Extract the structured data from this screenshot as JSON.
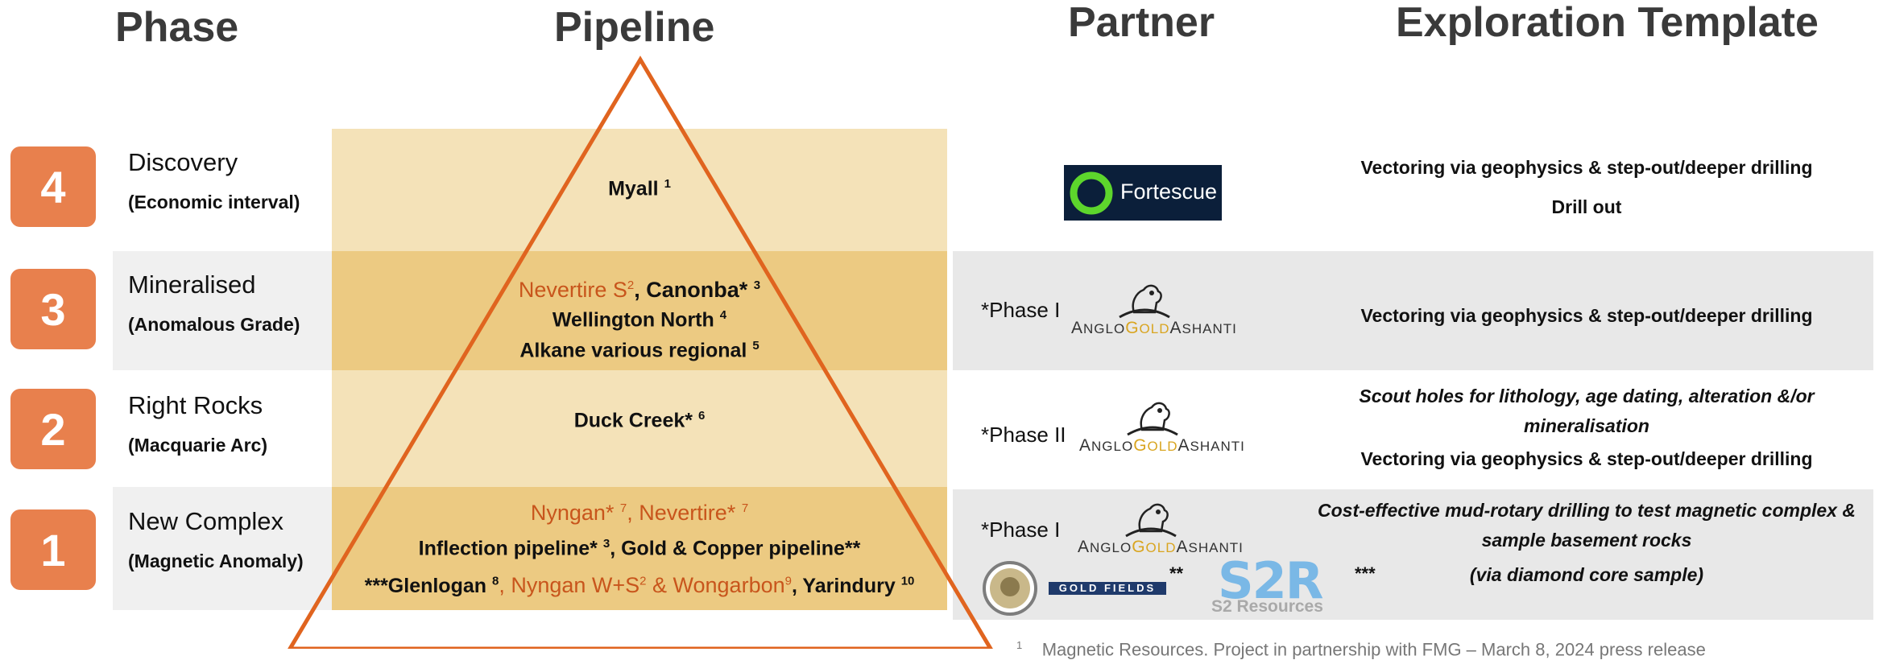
{
  "headers": {
    "phase": "Phase",
    "pipeline": "Pipeline",
    "partner": "Partner",
    "template": "Exploration Template"
  },
  "phases": [
    {
      "number": "4",
      "name": "Discovery",
      "sub": "(Economic interval)"
    },
    {
      "number": "3",
      "name": "Mineralised",
      "sub": "(Anomalous Grade)"
    },
    {
      "number": "2",
      "name": "Right Rocks",
      "sub": "(Macquarie Arc)"
    },
    {
      "number": "1",
      "name": "New Complex",
      "sub": "(Magnetic Anomaly)"
    }
  ],
  "pipeline": {
    "p4": {
      "myall": "Myall",
      "myall_sup": "1"
    },
    "p3": {
      "nevertire_s": "Nevertire S",
      "nevertire_s_sup": "2",
      "canonba": ", Canonba*",
      "canonba_sup": "3",
      "wellington": "Wellington North",
      "wellington_sup": "4",
      "alkane": "Alkane various regional",
      "alkane_sup": "5"
    },
    "p2": {
      "duck": "Duck Creek*",
      "duck_sup": "6"
    },
    "p1": {
      "nyngan": "Nyngan*",
      "nyngan_sup": "7",
      "nevertire": ", Nevertire*",
      "nevertire_sup": "7",
      "inflection": "Inflection pipeline*",
      "inflection_sup": "3",
      "goldcopper": ", Gold & Copper pipeline**",
      "glenlogan": "***Glenlogan",
      "glenlogan_sup": "8",
      "nyngan_ws": ", Nyngan W+S",
      "nyngan_ws_sup": "2",
      "wongarbon": " & Wongarbon",
      "wongarbon_sup": "9",
      "yarindury": ", Yarindury",
      "yarindury_sup": "10"
    }
  },
  "partners": {
    "fortescue": "Fortescue",
    "row3_label": "*Phase I",
    "row2_label": "*Phase II",
    "row1_label": "*Phase I",
    "ago": {
      "a": "A",
      "nglo": "NGLO",
      "g": "G",
      "old": "OLD",
      "a2": "A",
      "shanti": "SHANTI"
    },
    "goldfields": "GOLD FIELDS",
    "goldfields_stars": "**",
    "s2r": "S2R",
    "s2r_sub": "S2 Resources",
    "s2r_stars": "***"
  },
  "template": {
    "t4_line1": "Vectoring via geophysics & step-out/deeper drilling",
    "t4_line2": "Drill out",
    "t3_line1": "Vectoring via geophysics & step-out/deeper drilling",
    "t2_line1": "Scout holes for lithology, age dating, alteration &/or mineralisation",
    "t2_line2": "Vectoring via geophysics & step-out/deeper drilling",
    "t1_line1": "Cost-effective mud-rotary drilling to test magnetic complex & sample basement rocks",
    "t1_line2": "(via diamond core sample)"
  },
  "footnote": "Magnetic Resources. Project in partnership with FMG – March 8, 2024 press release",
  "footnote_sup": "1",
  "colors": {
    "badge": "#e8804d",
    "triangle": "#e0641f",
    "band_light": "#f4e2b8",
    "band_dark": "#ecca82",
    "band_grey": "#f0f0f0",
    "partner_grey": "#e8e8e8",
    "orange_text": "#c8551c"
  }
}
